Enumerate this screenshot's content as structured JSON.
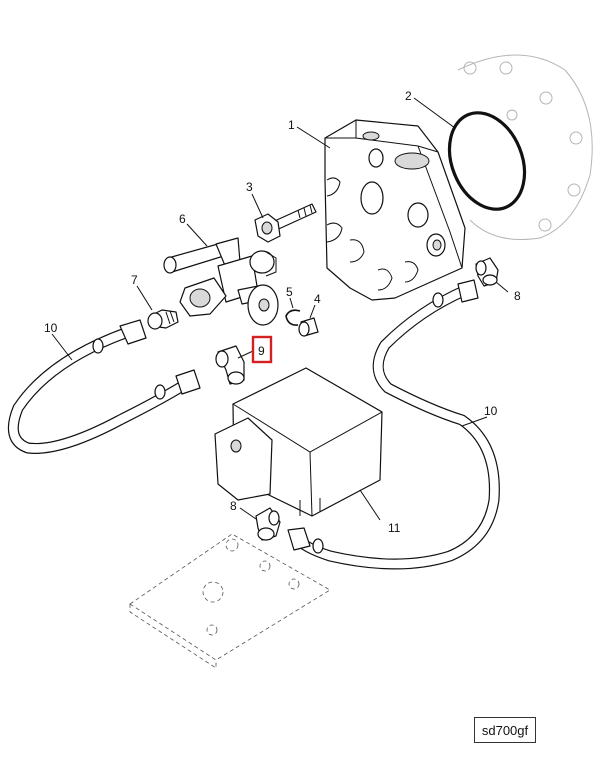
{
  "callouts": {
    "c1": "1",
    "c2": "2",
    "c3": "3",
    "c4": "4",
    "c5": "5",
    "c6": "6",
    "c7": "7",
    "c8a": "8",
    "c8b": "8",
    "c9": "9",
    "c10a": "10",
    "c10b": "10",
    "c11": "11"
  },
  "highlight_color": "#d42020",
  "reference_code": "sd700gf"
}
